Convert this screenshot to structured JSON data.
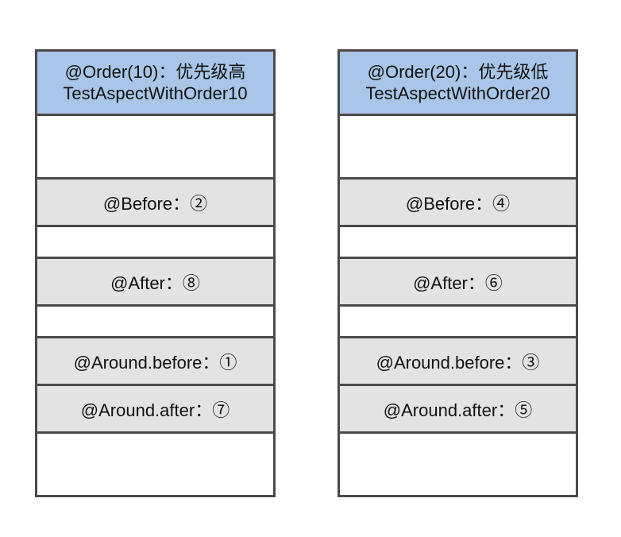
{
  "columns": [
    {
      "header_line1": "@Order(10)：优先级高",
      "header_line2": "TestAspectWithOrder10",
      "before": "@Before：②",
      "after": "@After：⑧",
      "around_before": "@Around.before：①",
      "around_after": "@Around.after：⑦"
    },
    {
      "header_line1": "@Order(20)：优先级低",
      "header_line2": "TestAspectWithOrder20",
      "before": "@Before：④",
      "after": "@After：⑥",
      "around_before": "@Around.before：③",
      "around_after": "@Around.after：⑤"
    }
  ],
  "colors": {
    "header_fill": "#a9c6e8",
    "step_fill": "#e3e3e3",
    "border": "#4a4a4a"
  }
}
